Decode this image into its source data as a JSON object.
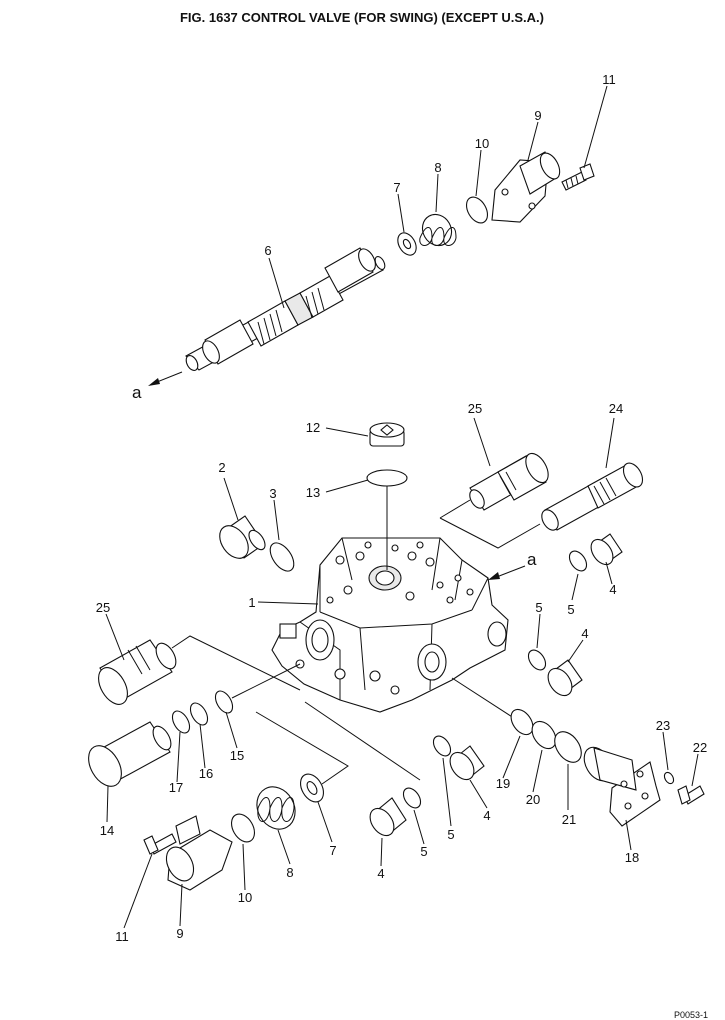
{
  "figure": {
    "title": "FIG. 1637   CONTROL VALVE (FOR SWING) (EXCEPT U.S.A.)",
    "corner_mark": "P0053-1",
    "section_marker": "a"
  },
  "callouts": [
    "11",
    "9",
    "10",
    "8",
    "7",
    "6",
    "12",
    "25",
    "24",
    "13",
    "2",
    "3",
    "1",
    "5",
    "4",
    "25",
    "5",
    "4",
    "15",
    "16",
    "17",
    "14",
    "19",
    "20",
    "21",
    "23",
    "22",
    "7",
    "8",
    "4",
    "5",
    "5",
    "4",
    "10",
    "11",
    "9",
    "18"
  ]
}
